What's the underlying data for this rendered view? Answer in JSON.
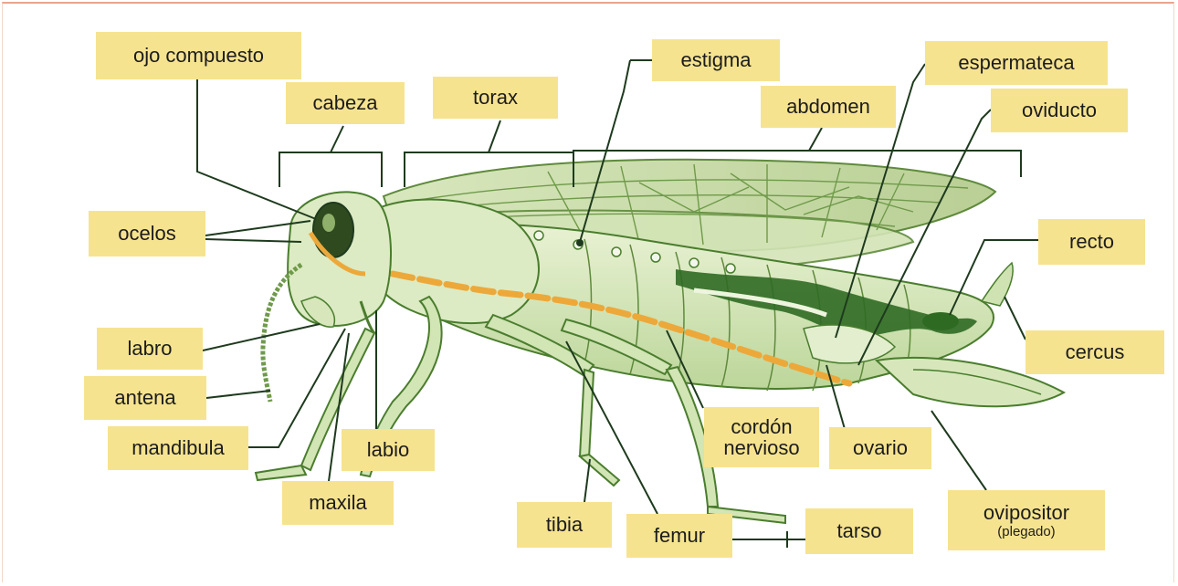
{
  "labels": {
    "ojo_compuesto": "ojo compuesto",
    "cabeza": "cabeza",
    "torax": "torax",
    "estigma": "estigma",
    "abdomen": "abdomen",
    "espermateca": "espermateca",
    "oviducto": "oviducto",
    "ocelos": "ocelos",
    "recto": "recto",
    "labro": "labro",
    "cercus": "cercus",
    "antena": "antena",
    "cordon_line1": "cordón",
    "cordon_line2": "nervioso",
    "ovario": "ovario",
    "mandibula": "mandibula",
    "labio": "labio",
    "maxila": "maxila",
    "ovipositor": "ovipositor",
    "ovipositor_sub": "(plegado)",
    "tibia": "tibia",
    "femur": "femur",
    "tarso": "tarso"
  },
  "colors": {
    "label_bg": "#f6e38f",
    "leader_line": "#1e3a1e",
    "body_fill": "#cfe3b2",
    "body_outline": "#4a7d2e",
    "nerve_orange": "#eda83a",
    "gut_dark": "#2f6a23",
    "wing_fill": "#e6efcf"
  }
}
